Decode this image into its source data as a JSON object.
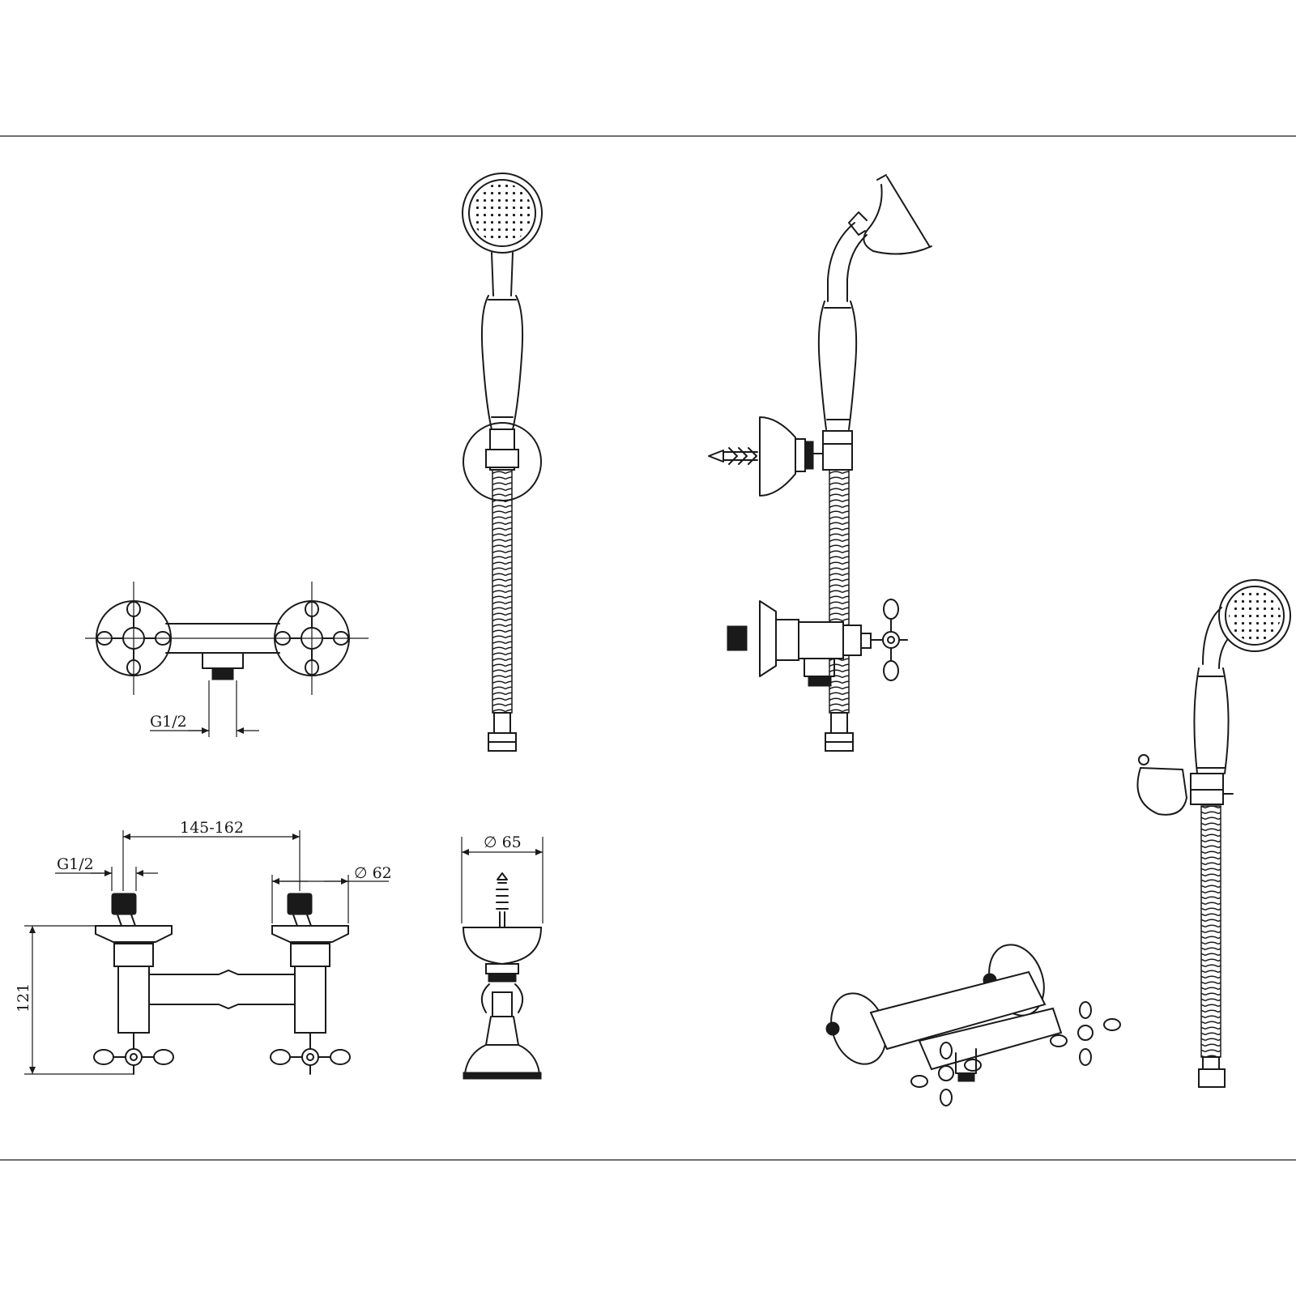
{
  "dimensions": {
    "front_connection": "G1/2",
    "rear_connection": "G1/2",
    "centre_distance": "145-162",
    "flange_diameter": "∅ 62",
    "height": "121",
    "holder_diameter": "∅ 65"
  },
  "views": [
    "mixer-front-view",
    "mixer-top-view",
    "shower-set-front-view",
    "shower-set-side-view",
    "wall-holder-view",
    "mixer-isometric-view",
    "shower-set-isometric-view"
  ]
}
